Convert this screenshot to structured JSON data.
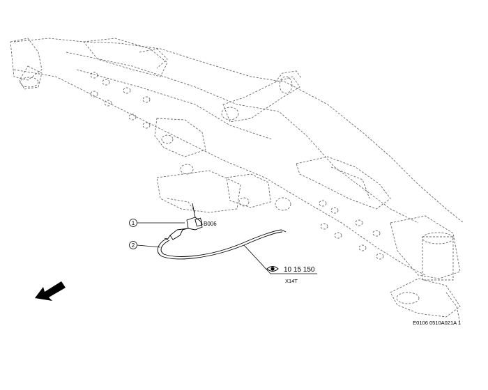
{
  "callouts": [
    {
      "number": "1",
      "code": "B006"
    },
    {
      "number": "2",
      "code": ""
    }
  ],
  "view_reference": {
    "number": "10 15 150",
    "code": "X14T",
    "icon": "eye-icon"
  },
  "figure_id": "E0106 0510A021A 1",
  "direction_indicator": "arrow-front-left-icon"
}
